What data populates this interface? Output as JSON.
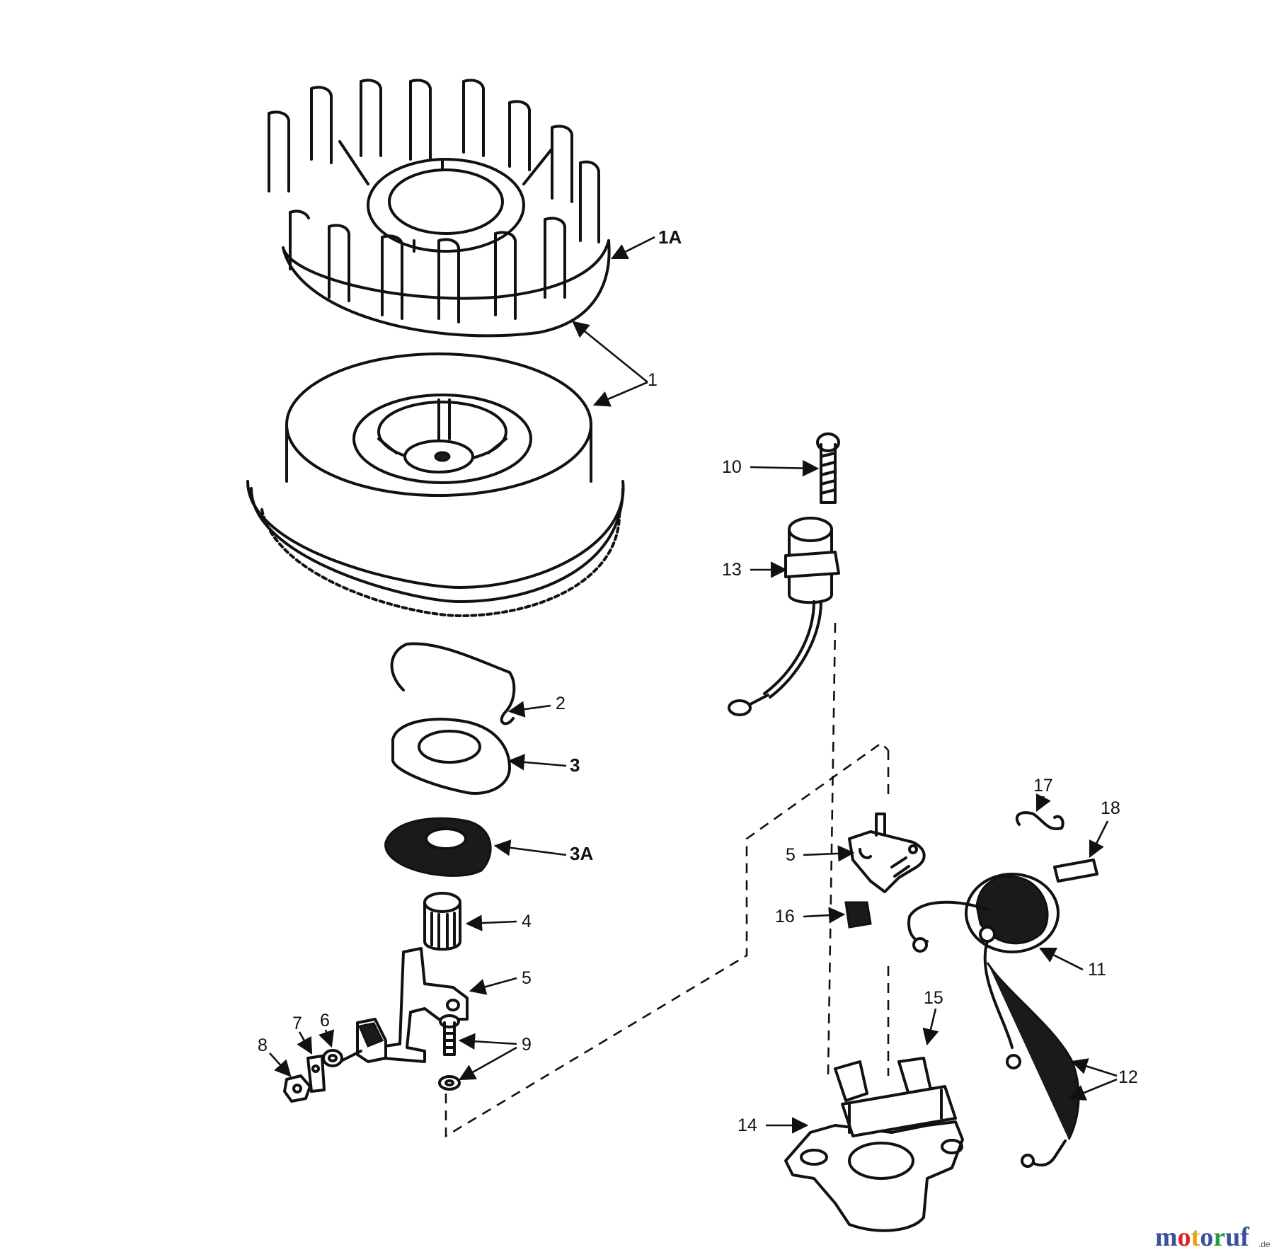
{
  "labels": {
    "1A": "1A",
    "1": "1",
    "2": "2",
    "3": "3",
    "3A": "3A",
    "4": "4",
    "5_left": "5",
    "5_right": "5",
    "6": "6",
    "7": "7",
    "8": "8",
    "9": "9",
    "10": "10",
    "11": "11",
    "12": "12",
    "13": "13",
    "14": "14",
    "15": "15",
    "16": "16",
    "17": "17",
    "18": "18"
  },
  "watermark": {
    "m": "m",
    "o1": "o",
    "t": "t",
    "o2": "o",
    "r": "r",
    "u": "u",
    "f": "f",
    "suffix": ".de",
    "colors": [
      "#3a4fa0",
      "#d9242b",
      "#e8a21e",
      "#3a4fa0",
      "#2d9a3e",
      "#3a4fa0",
      "#3a4fa0"
    ]
  }
}
